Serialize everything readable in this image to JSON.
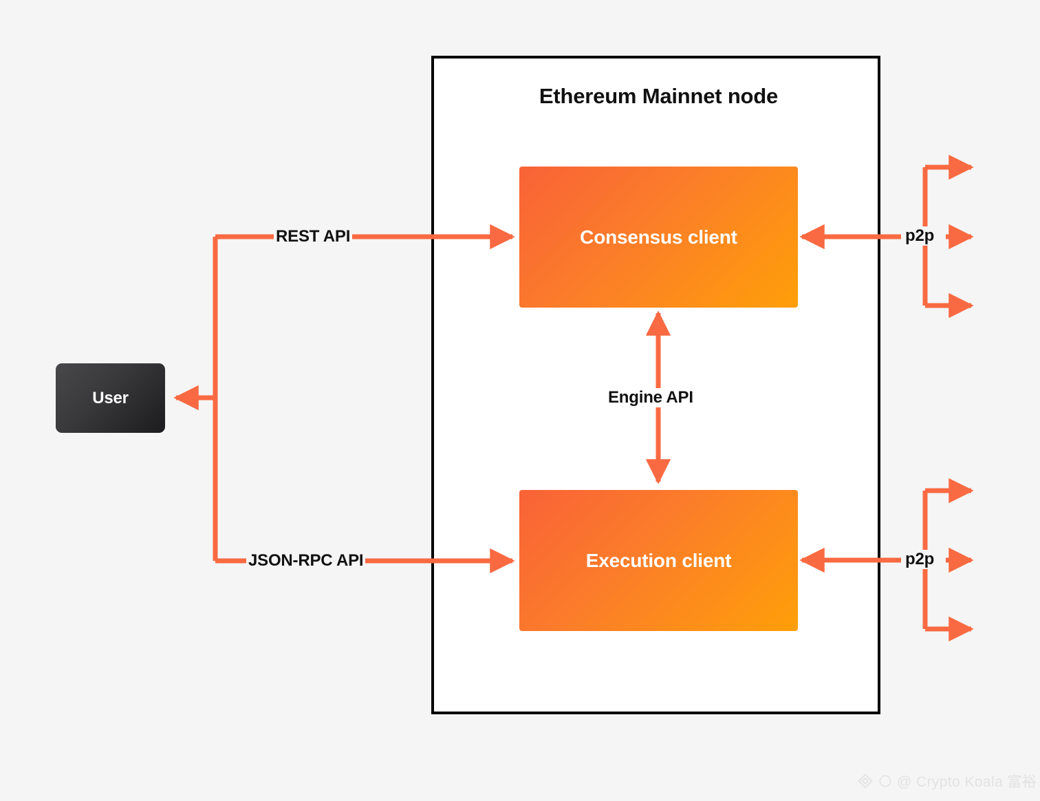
{
  "diagram": {
    "title": "Ethereum Mainnet node",
    "background_color": "#f5f5f5",
    "node_box_border_color": "#000000",
    "node_box_fill": "#ffffff",
    "arrow_color": "#F96A42",
    "client_gradient_from": "#F96237",
    "client_gradient_to": "#FF9F09",
    "user_gradient_from": "#48484a",
    "user_gradient_to": "#1c1c1e"
  },
  "nodes": {
    "user": {
      "label": "User"
    },
    "consensus_client": {
      "label": "Consensus client"
    },
    "execution_client": {
      "label": "Execution client"
    }
  },
  "edges": {
    "rest_api": {
      "label": "REST API"
    },
    "jsonrpc_api": {
      "label": "JSON-RPC API"
    },
    "engine_api": {
      "label": "Engine API"
    },
    "p2p_consensus": {
      "label": "p2p"
    },
    "p2p_execution": {
      "label": "p2p"
    }
  },
  "watermark": {
    "handle": "@ Crypto Koala 富裕",
    "logo": "diamond-logo"
  }
}
